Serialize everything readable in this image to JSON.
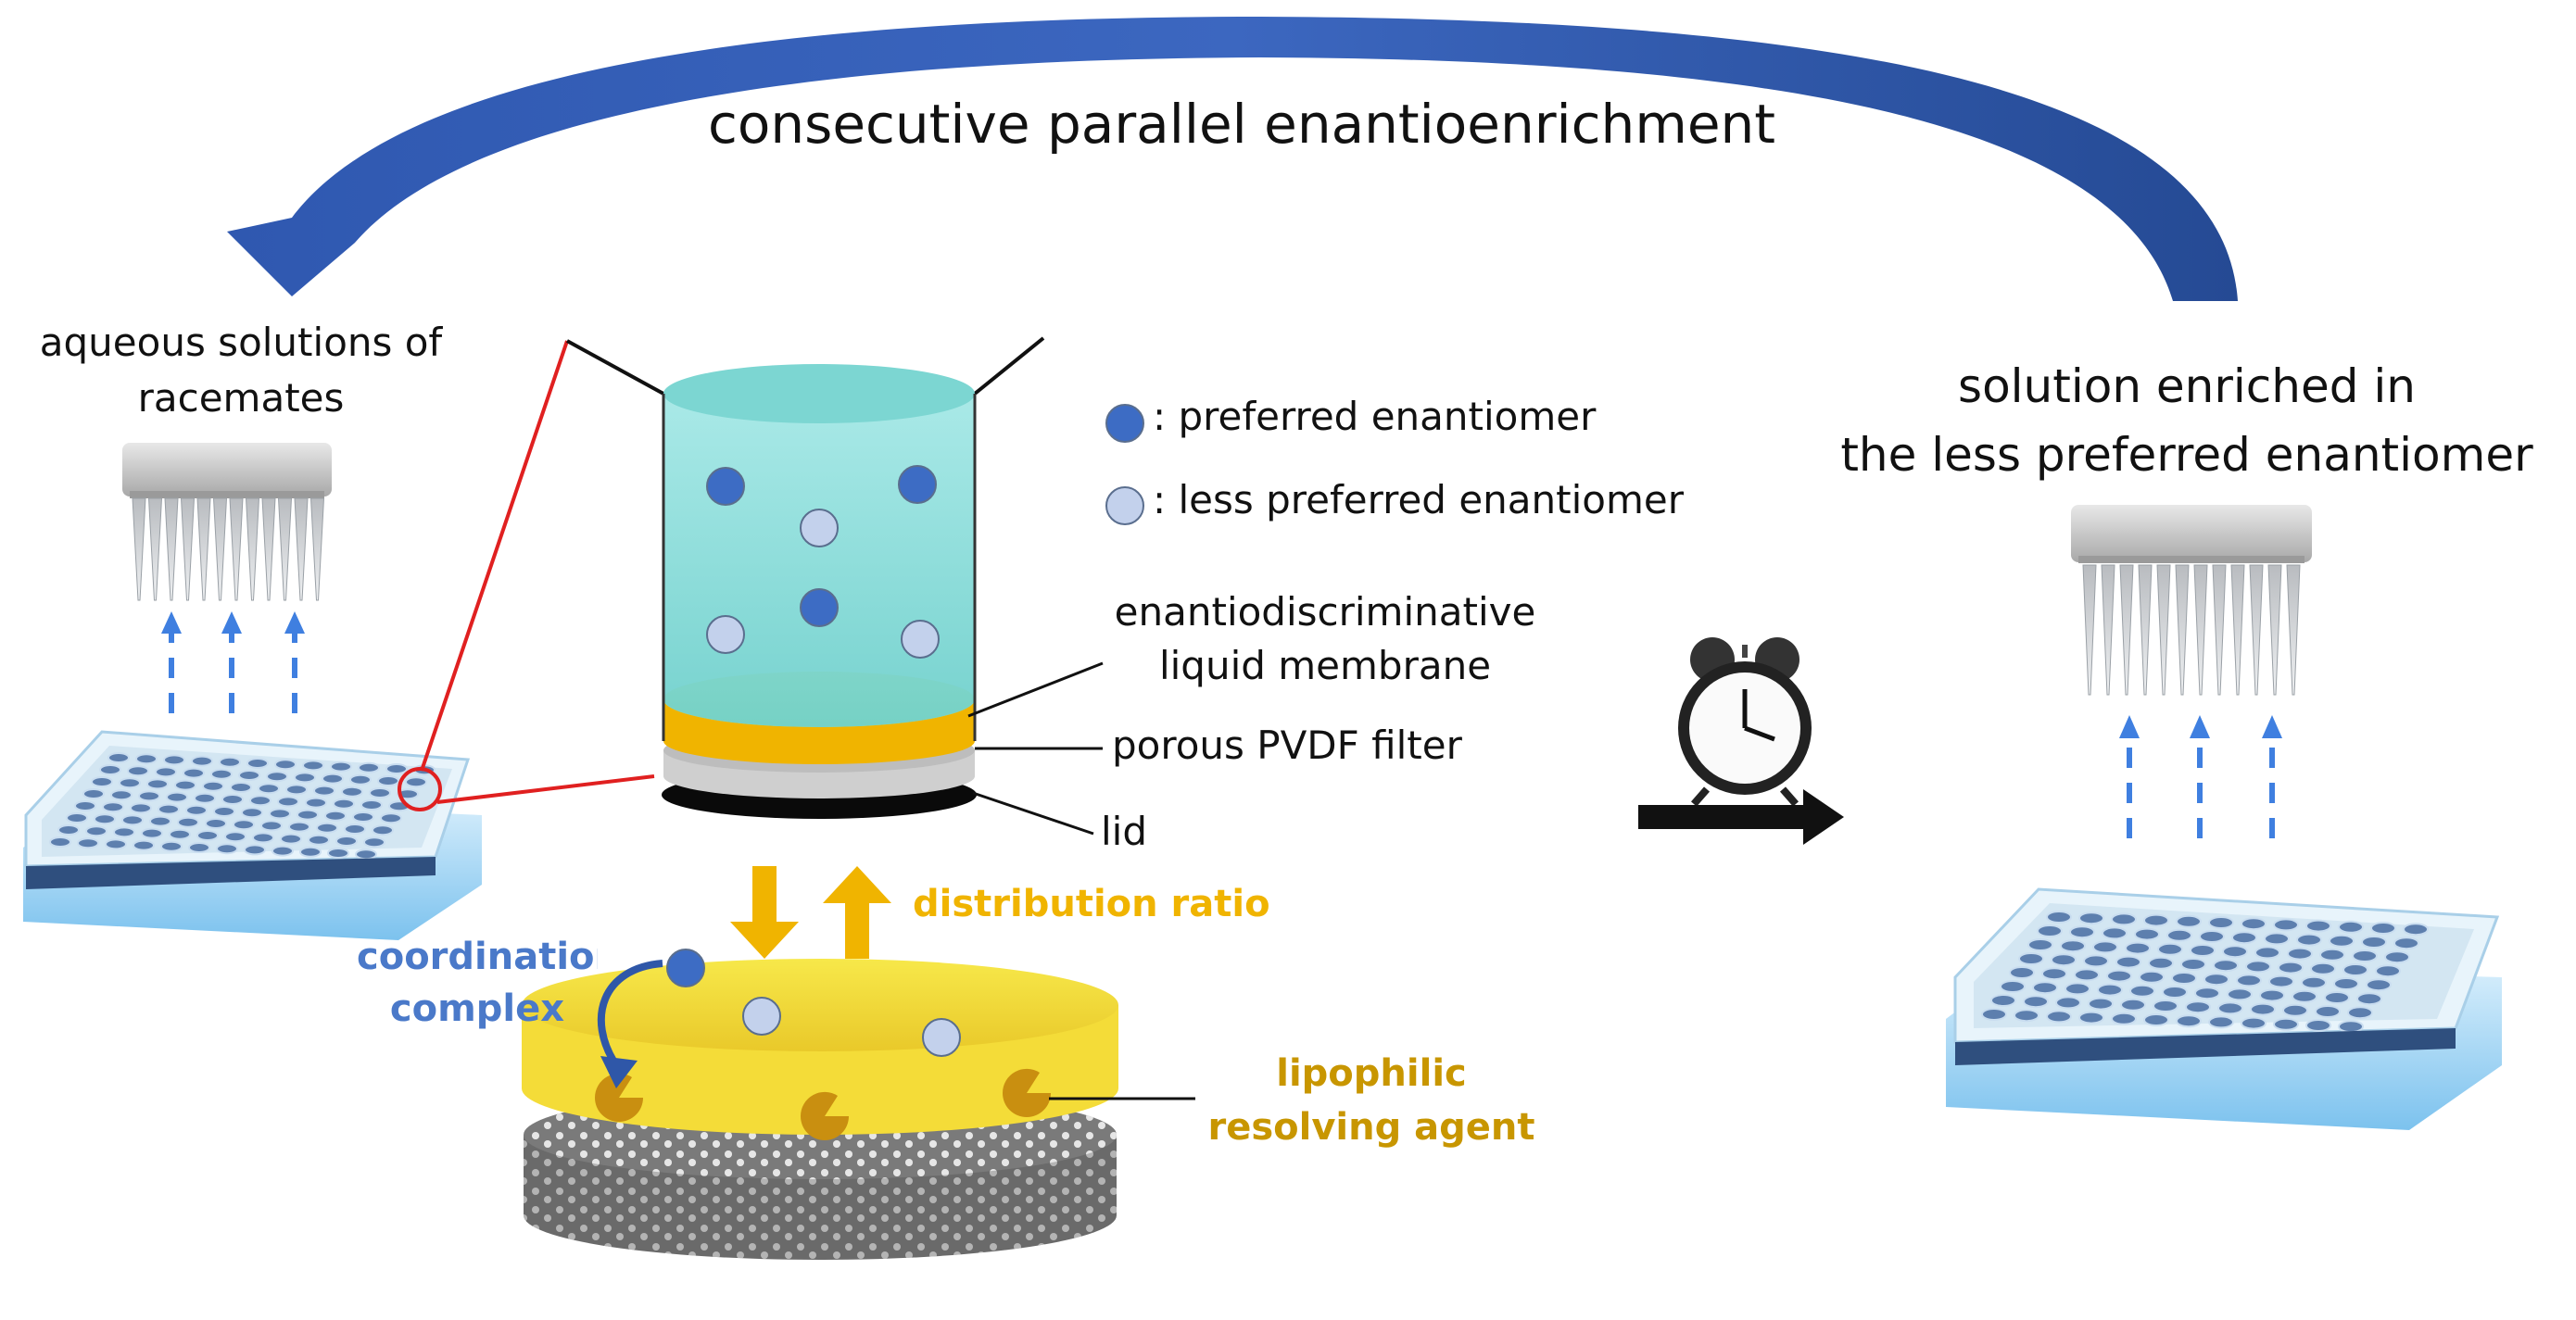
{
  "title": "consecutive parallel enantioenrichment",
  "left_label": [
    "aqueous solutions of",
    "racemates"
  ],
  "right_label": [
    "solution enriched in",
    "the less preferred enantiomer"
  ],
  "legend": {
    "preferred": ": preferred enantiomer",
    "less_preferred": ": less preferred enantiomer"
  },
  "layers": {
    "membrane": [
      "enantiodiscriminative",
      "liquid membrane"
    ],
    "filter": "porous PVDF filter",
    "lid": "lid"
  },
  "distribution_ratio": "distribution ratio",
  "coordination_complex": [
    "coordination",
    "complex"
  ],
  "resolving_agent": [
    "lipophilic",
    "resolving agent"
  ],
  "colors": {
    "arrow_blue": "#2f57a8",
    "preferred": "#3d6cc4",
    "less_preferred": "#c3d1ec",
    "membrane_yellow": "#f5e23c",
    "orange": "#f0b400",
    "resolving_agent_text": "#c89600",
    "coordination_text": "#4a79c9",
    "well_liquid": "#9be3e0"
  }
}
